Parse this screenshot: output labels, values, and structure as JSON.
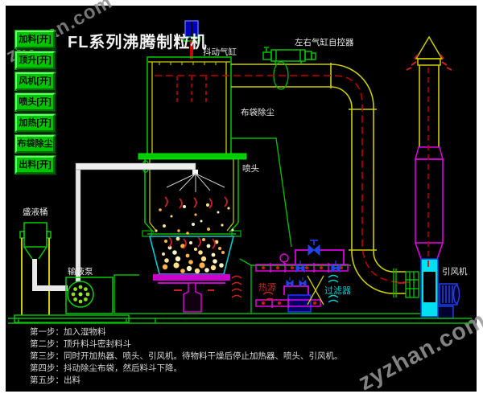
{
  "window": {
    "title": "FL系列沸腾制粒机"
  },
  "watermark": {
    "text": "zyzhan.com"
  },
  "control_panel": {
    "buttons": [
      {
        "id": "feed",
        "label": "加料[开]"
      },
      {
        "id": "lift",
        "label": "顶升[开]"
      },
      {
        "id": "fan",
        "label": "风机[开]"
      },
      {
        "id": "nozzle",
        "label": "喷头[开]"
      },
      {
        "id": "heat",
        "label": "加热[开]"
      },
      {
        "id": "bag-dust",
        "label": "布袋除尘"
      },
      {
        "id": "discharge",
        "label": "出料[开]"
      }
    ]
  },
  "diagram_labels": {
    "shaker_cylinder": "抖动气缸",
    "cylinder_controller": "左右气缸自控器",
    "bag_dust": "布袋除尘",
    "nozzle": "喷头",
    "liquid_tank": "盛液桶",
    "liquid_pump": "输液泵",
    "heat_source": "热源",
    "filter": "过滤器",
    "draft_fan": "引风机"
  },
  "procedure_steps": [
    "第一步：加入湿物料",
    "第二步：顶升料斗密封料斗",
    "第三步：同时开加热器、喷头、引风机。待物料干燥后停止加热器、喷头、引风机。",
    "第四步：抖动除尘布袋，然后料斗下降。",
    "第五步：出料"
  ],
  "colors": {
    "frame_green": "#00bb00",
    "duct_yellow": "#cccc00",
    "heater_magenta": "#dd00dd",
    "hopper_cyan": "#00cccc",
    "flame_red": "#cc2020",
    "valve_blue": "#2244ee",
    "fan_cyan": "#00e0f0",
    "button_green": "#00c400"
  }
}
